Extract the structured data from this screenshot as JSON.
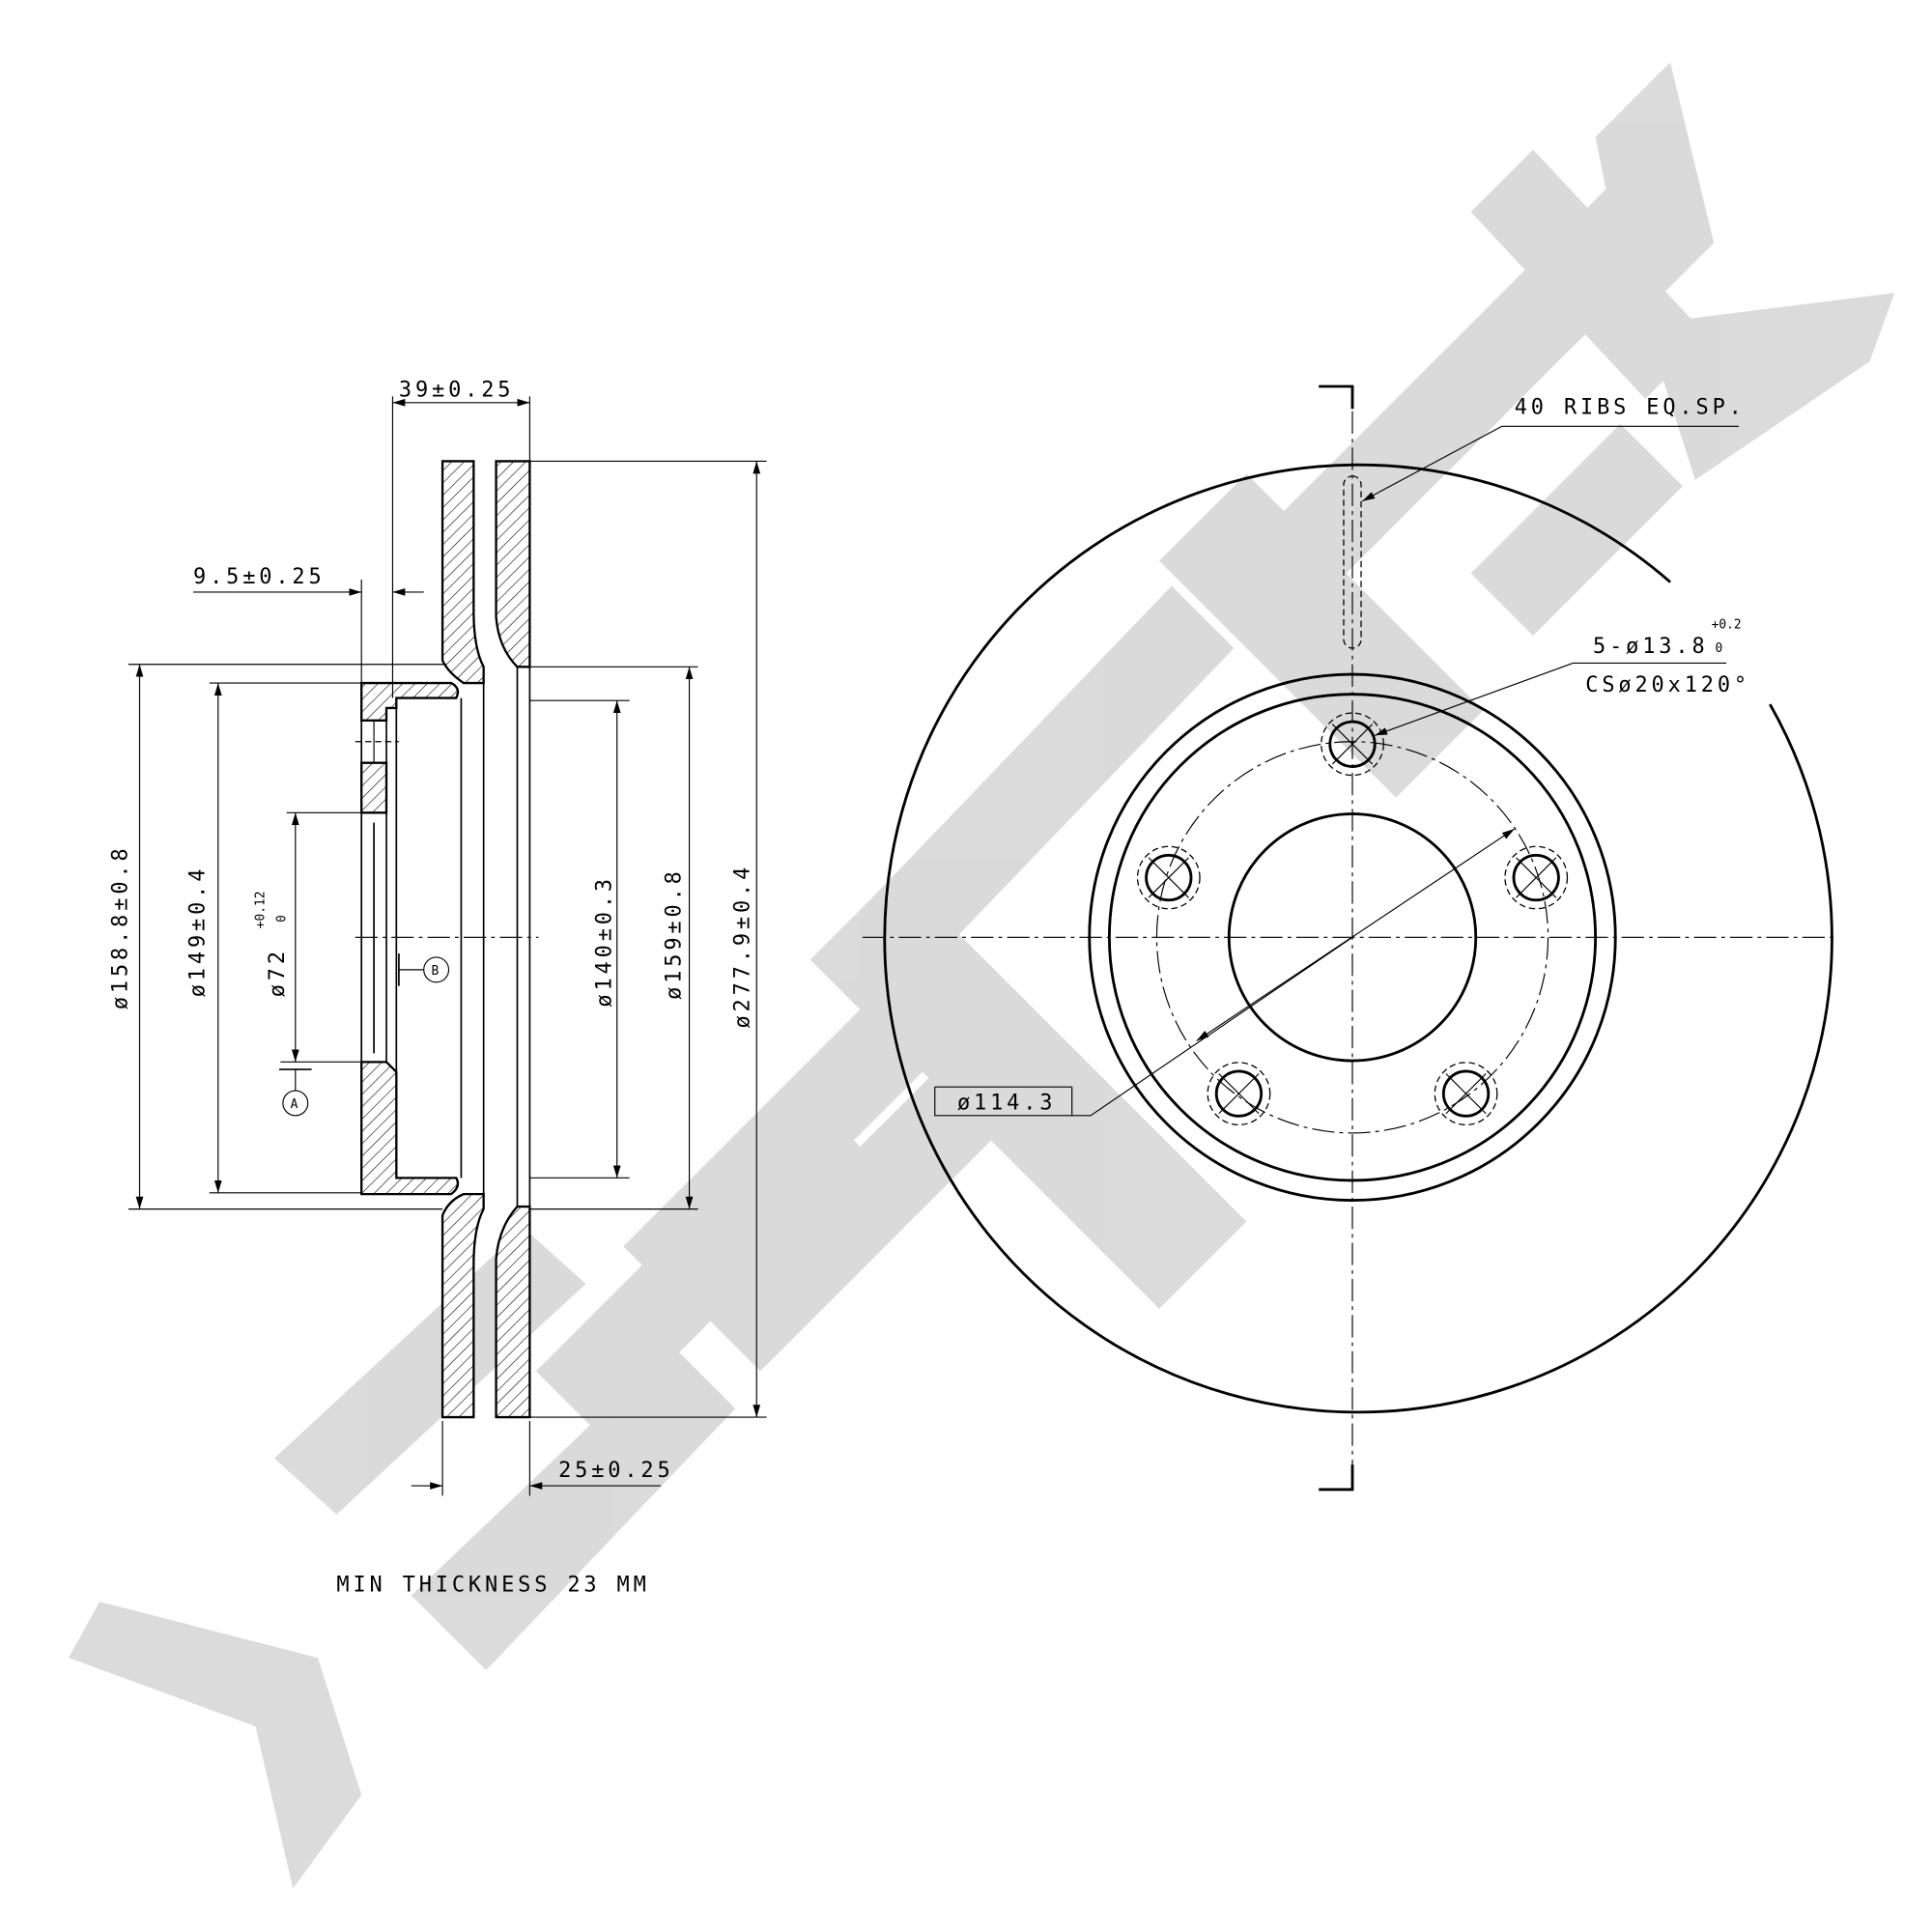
{
  "section_view": {
    "overall_thickness": "39±0.25",
    "hat_offset": "9.5±0.25",
    "dia_hat_outer": "ø158.8±0.8",
    "dia_hat_inner": "ø149±0.4",
    "dia_center_bore": "ø72",
    "dia_center_bore_tol_upper": "+0.12",
    "dia_center_bore_tol_lower": "0",
    "dia_inner_plate": "ø140±0.3",
    "dia_vent": "ø159±0.8",
    "dia_outer": "ø277.9±0.4",
    "disc_thickness": "25±0.25",
    "datum_a": "A",
    "datum_b": "B",
    "min_thickness_note": "MIN THICKNESS 23 MM"
  },
  "front_view": {
    "ribs_note": "40 RIBS EQ.SP.",
    "holes_note": "5-ø13.8",
    "holes_tol_upper": "+0.2",
    "holes_tol_lower": "0",
    "countersink_note": "CSø20x120°",
    "pcd_label": "ø114.3",
    "bolt_hole_count": 5
  }
}
